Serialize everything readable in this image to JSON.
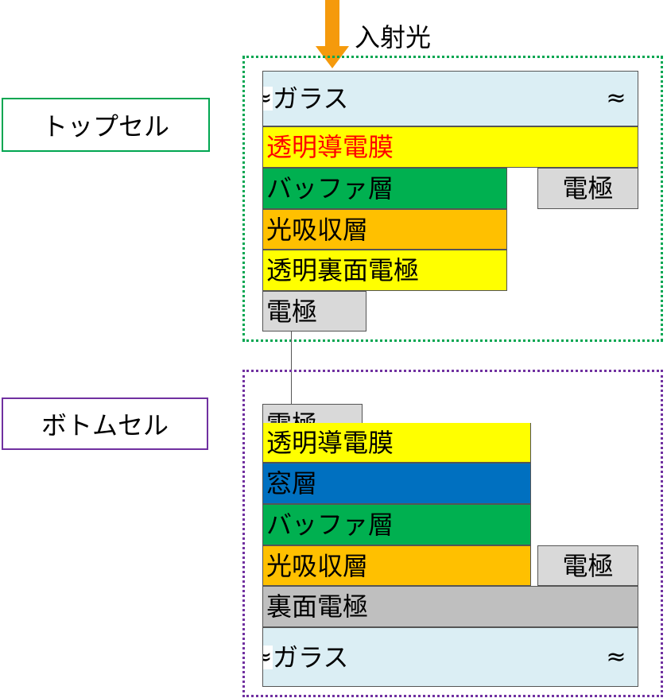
{
  "colors": {
    "glass": "#dbeef4",
    "tco": "#ffff00",
    "buffer": "#00b050",
    "absorber": "#ffc000",
    "window": "#0070c0",
    "electrode": "#d9d9d9",
    "back_electrode": "#bfbfbf",
    "top_cell": "#00a651",
    "bottom_cell": "#7030a0",
    "arrow": "#f59a0c",
    "tco_top_text": "#ff0000"
  },
  "incident_light": "入射光",
  "top_cell": {
    "label": "トップセル",
    "glass": {
      "approx_left": "≈",
      "name": "ガラス",
      "approx_right": "≈"
    },
    "tco": "透明導電膜",
    "buffer": "バッファ層",
    "side_electrode": "電極",
    "absorber": "光吸収層",
    "transparent_back": "透明裏面電極",
    "electrode": "電極"
  },
  "bottom_cell": {
    "label": "ボトムセル",
    "electrode": "電極",
    "tco": "透明導電膜",
    "window": "窓層",
    "buffer": "バッファ層",
    "absorber": "光吸収層",
    "side_electrode": "電極",
    "back_electrode": "裏面電極",
    "glass": {
      "approx_left": "≈",
      "name": "ガラス",
      "approx_right": "≈"
    }
  }
}
